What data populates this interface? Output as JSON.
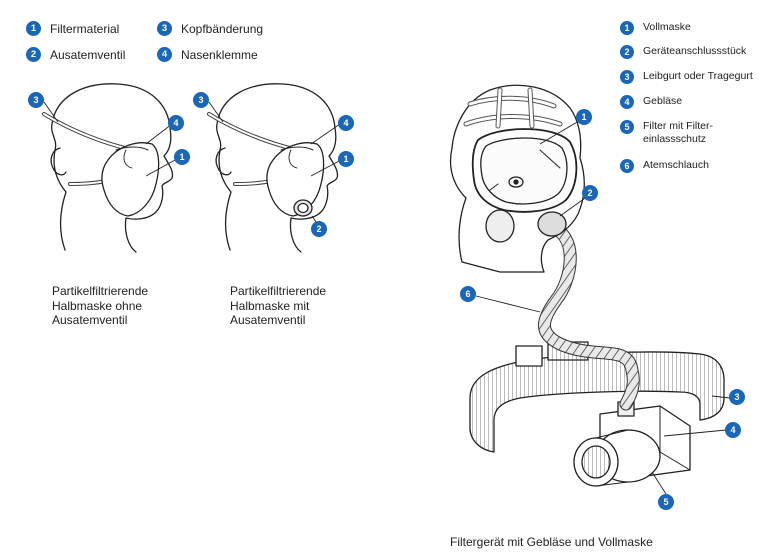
{
  "left_legend": [
    {
      "num": "1",
      "text": "Filtermaterial"
    },
    {
      "num": "2",
      "text": "Ausatemventil"
    },
    {
      "num": "3",
      "text": "Kopfbänderung"
    },
    {
      "num": "4",
      "text": "Nasenklemme"
    }
  ],
  "right_legend": [
    {
      "num": "1",
      "text": "Vollmaske"
    },
    {
      "num": "2",
      "text": "Geräteanschlussstück"
    },
    {
      "num": "3",
      "text": "Leibgurt oder Tragegurt"
    },
    {
      "num": "4",
      "text": "Gebläse"
    },
    {
      "num": "5",
      "text": "Filter mit Filter-",
      "text2": "einlassschutz"
    },
    {
      "num": "6",
      "text": "Atemschlauch"
    }
  ],
  "captions": {
    "mask_without_valve": [
      "Partikelfiltrierende",
      "Halbmaske ohne",
      "Ausatemventil"
    ],
    "mask_with_valve": [
      "Partikelfiltrierende",
      "Halbmaske mit",
      "Ausatemventil"
    ],
    "blower_device": "Filtergerät mit Gebläse und Vollmaske"
  },
  "callouts": {
    "head1": [
      "3",
      "4",
      "1"
    ],
    "head2": [
      "3",
      "4",
      "1",
      "2"
    ],
    "fullmask": [
      "1",
      "2",
      "6",
      "3",
      "4",
      "5"
    ]
  },
  "colors": {
    "badge": "#1a66b8",
    "line": "#222222"
  }
}
